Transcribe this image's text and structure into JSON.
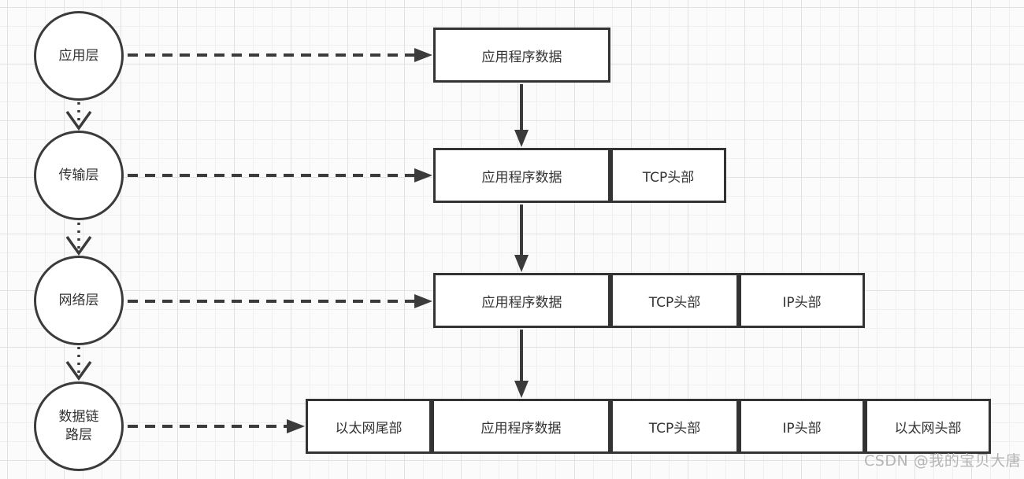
{
  "diagram": {
    "type": "network-encapsulation-flow",
    "layers": [
      {
        "id": "application",
        "label": "应用层"
      },
      {
        "id": "transport",
        "label": "传输层"
      },
      {
        "id": "network",
        "label": "网络层"
      },
      {
        "id": "datalink",
        "label": "数据链路层"
      }
    ],
    "rows": [
      {
        "name": "application-layer-pdu",
        "segments": [
          "应用程序数据"
        ]
      },
      {
        "name": "transport-layer-pdu",
        "segments": [
          "应用程序数据",
          "TCP头部"
        ]
      },
      {
        "name": "network-layer-pdu",
        "segments": [
          "应用程序数据",
          "TCP头部",
          "IP头部"
        ]
      },
      {
        "name": "datalink-layer-pdu",
        "segments": [
          "以太网尾部",
          "应用程序数据",
          "TCP头部",
          "IP头部",
          "以太网头部"
        ]
      }
    ],
    "arrows": {
      "horizontal_dashed": [
        "application-layer-to-app-data",
        "transport-layer-to-pdu",
        "network-layer-to-pdu",
        "datalink-layer-to-frame"
      ],
      "vertical_solid": [
        "app-data-down-to-transport-pdu",
        "transport-pdu-down-to-network-pdu",
        "network-pdu-down-to-datalink-frame"
      ],
      "vertical_dotted": [
        "application-down-to-transport",
        "transport-down-to-network",
        "network-down-to-datalink"
      ]
    }
  },
  "watermark": "CSDN @我的宝贝大唐",
  "colors": {
    "stroke": "#3b3b3b",
    "box_border": "#333333",
    "text": "#333333",
    "box_fill": "#ffffff",
    "background": "#fbfbfb",
    "grid_minor": "#efefef",
    "grid_major": "#e2e2e2",
    "watermark": "#b5b5b5"
  }
}
